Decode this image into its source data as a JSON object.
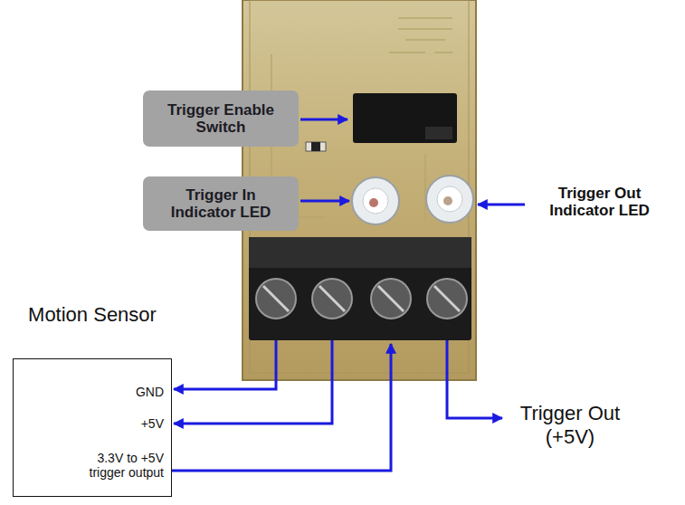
{
  "diagram": {
    "nodes": [
      {
        "text": [
          "Trigger Enable Switch"
        ]
      },
      {
        "text": [
          "Trigger In Indicator LED"
        ]
      },
      {
        "text": [
          "Motion Sensor",
          "GND",
          "+5V",
          "3.3V to +5V trigger output"
        ]
      }
    ],
    "labels": [
      "Trigger Out Indicator LED",
      "Trigger Out (+5V)"
    ]
  }
}
